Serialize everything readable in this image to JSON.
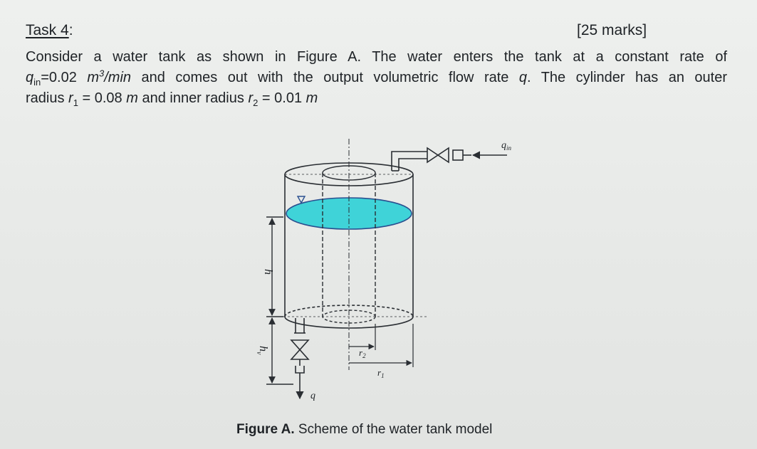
{
  "task": {
    "label": "Task 4",
    "suffix": ":",
    "marks": "[25 marks]"
  },
  "paragraph": {
    "line1": "Consider a water tank as shown in Figure A. The water enters the tank at a constant rate of",
    "line2_sym": "q",
    "line2_sub": "in",
    "line2_val": "=0.02 ",
    "line2_unit": "m",
    "line2_sup": "3",
    "line2_unit2": "/min",
    "line2_rest": " and comes out with the output volumetric flow rate ",
    "line2_q": "q",
    "line2_end": ". The cylinder has an outer",
    "line3_a": "radius ",
    "line3_r1": "r",
    "line3_r1sub": "1",
    "line3_b": " = 0.08 ",
    "line3_m1": "m",
    "line3_c": " and inner radius ",
    "line3_r2": "r",
    "line3_r2sub": "2",
    "line3_d": " = 0.01 ",
    "line3_m2": "m"
  },
  "figure": {
    "label_qin_q": "q",
    "label_qin_sub": "in",
    "label_h": "h",
    "label_hv": "h",
    "label_hv_sub": "v",
    "label_r2": "r",
    "label_r2_sub": "2",
    "label_r1": "r",
    "label_r1_sub": "1",
    "label_q": "q",
    "colors": {
      "water": "#3fd3d8",
      "water_edge": "#2a4f8f",
      "line": "#2a2e33"
    }
  },
  "caption": {
    "bold": "Figure A.",
    "text": " Scheme of the water tank model"
  }
}
